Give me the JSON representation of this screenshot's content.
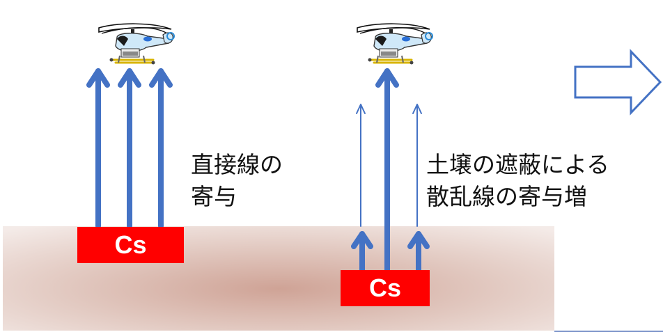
{
  "labels": {
    "direct_line1": "直接線の",
    "direct_line2": "寄与",
    "scatter_line1": "土壌の遮蔽による",
    "scatter_line2": "散乱線の寄与増"
  },
  "sources": {
    "left": "Cs",
    "right": "Cs"
  },
  "icons": {
    "helicopter": "helicopter-icon",
    "next_arrow": "hollow-right-arrow-icon"
  },
  "colors": {
    "arrow_blue": "#4472c4",
    "cs_red": "#ff0000",
    "soil_center": "#cfa396",
    "soil_edge": "#f3e9e6"
  }
}
